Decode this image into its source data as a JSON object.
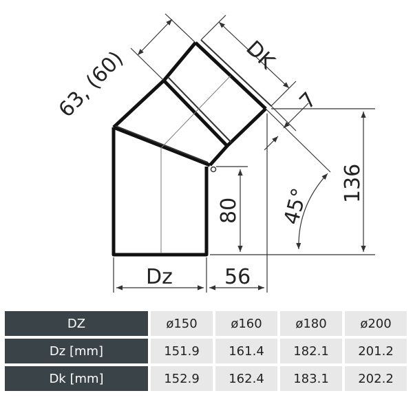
{
  "drawing": {
    "dim_63": "63, (60)",
    "dim_dk": "DK",
    "dim_7": "7",
    "dim_136": "136",
    "dim_80": "80",
    "dim_45": "45°",
    "dim_dz": "Dz",
    "dim_56": "56"
  },
  "table": {
    "header": {
      "label": "DZ",
      "values": [
        "ø150",
        "ø160",
        "ø180",
        "ø200"
      ]
    },
    "rows": [
      {
        "label": "Dz [mm]",
        "values": [
          "151.9",
          "161.4",
          "182.1",
          "201.2"
        ]
      },
      {
        "label": "Dk [mm]",
        "values": [
          "152.9",
          "162.4",
          "183.1",
          "202.2"
        ]
      }
    ]
  },
  "colors": {
    "header_bg": "#3a4448",
    "cell_bg": "#e8e8e8",
    "line": "#111111"
  }
}
